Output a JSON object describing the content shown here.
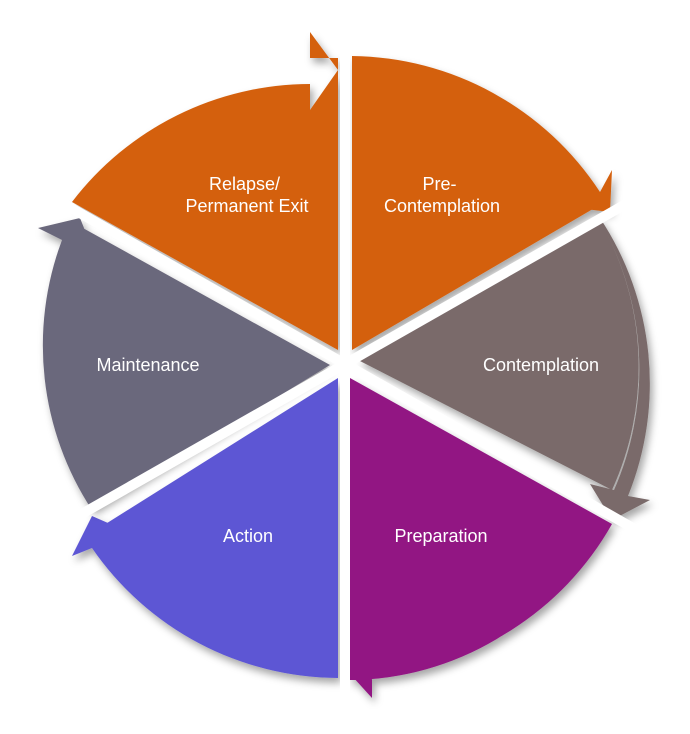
{
  "diagram": {
    "segments": [
      {
        "id": "relapse",
        "lines": [
          "Relapse/",
          "Permanent Exit"
        ],
        "color": "#d4610f"
      },
      {
        "id": "precontemplation",
        "lines": [
          "Pre-",
          "Contemplation"
        ],
        "color": "#d4610f"
      },
      {
        "id": "contemplation",
        "lines": [
          "Contemplation"
        ],
        "color": "#7a6b6a"
      },
      {
        "id": "preparation",
        "lines": [
          "Preparation"
        ],
        "color": "#921683"
      },
      {
        "id": "action",
        "lines": [
          "Action"
        ],
        "color": "#5d57d4"
      },
      {
        "id": "maintenance",
        "lines": [
          "Maintenance"
        ],
        "color": "#6b677b"
      }
    ]
  }
}
